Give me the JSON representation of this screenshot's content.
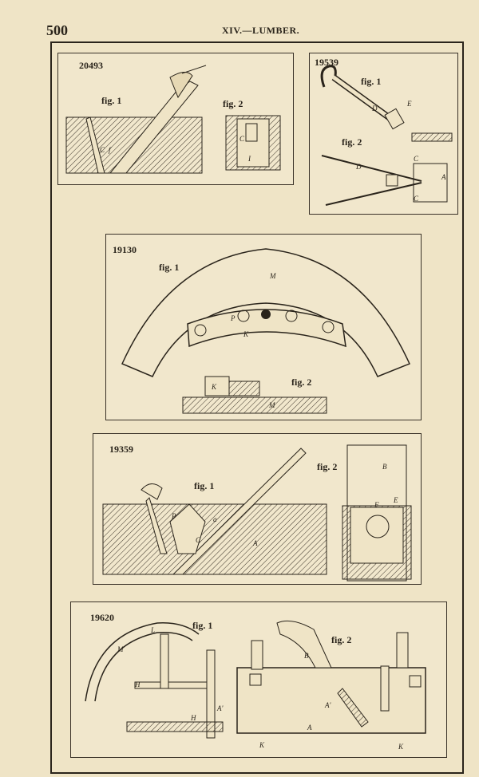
{
  "header": {
    "page_number": "500",
    "running_title": "XIV.—LUMBER."
  },
  "figures": [
    {
      "id": "20493",
      "fig1": "fig. 1",
      "fig2": "fig. 2"
    },
    {
      "id": "19539",
      "fig1": "fig. 1",
      "fig2": "fig. 2"
    },
    {
      "id": "19130",
      "fig1": "fig. 1",
      "fig2": "fig. 2"
    },
    {
      "id": "19359",
      "fig1": "fig. 1",
      "fig2": "fig. 2"
    },
    {
      "id": "19620",
      "fig1": "fig. 1",
      "fig2": "fig. 2"
    }
  ]
}
